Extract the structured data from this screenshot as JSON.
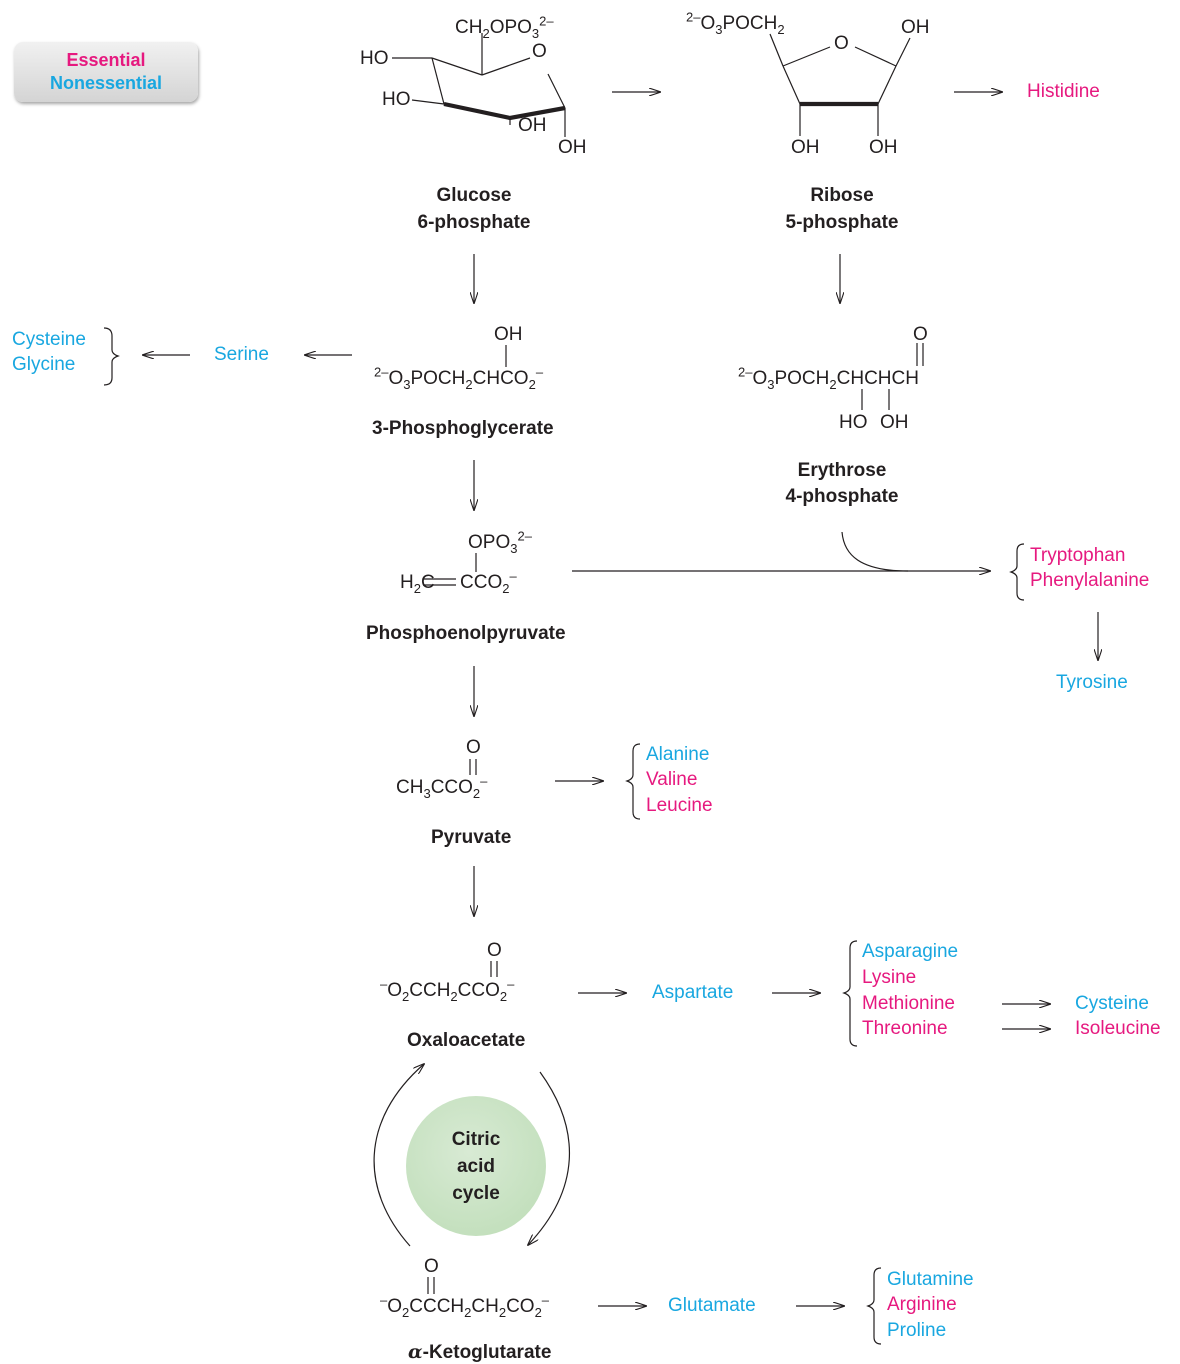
{
  "legend": {
    "essential": "Essential",
    "nonessential": "Nonessential"
  },
  "compounds": {
    "glucose6p": {
      "name_line1": "Glucose",
      "name_line2": "6-phosphate"
    },
    "ribose5p": {
      "name_line1": "Ribose",
      "name_line2": "5-phosphate"
    },
    "phosphoglycerate": {
      "name": "3-Phosphoglycerate"
    },
    "erythrose4p": {
      "name_line1": "Erythrose",
      "name_line2": "4-phosphate"
    },
    "pep": {
      "name": "Phosphoenolpyruvate"
    },
    "pyruvate": {
      "name": "Pyruvate"
    },
    "oxaloacetate": {
      "name": "Oxaloacetate"
    },
    "ketoglutarate": {
      "name_prefix": "α",
      "name_rest": "-Ketoglutarate"
    }
  },
  "cycle": {
    "label": "Citric\nacid\ncycle"
  },
  "amino_acids": {
    "histidine": {
      "label": "Histidine",
      "class": "essential"
    },
    "cysteine_a": {
      "label": "Cysteine",
      "class": "nonessential"
    },
    "glycine": {
      "label": "Glycine",
      "class": "nonessential"
    },
    "serine": {
      "label": "Serine",
      "class": "nonessential"
    },
    "tryptophan": {
      "label": "Tryptophan",
      "class": "essential"
    },
    "phenylalanine": {
      "label": "Phenylalanine",
      "class": "essential"
    },
    "tyrosine": {
      "label": "Tyrosine",
      "class": "nonessential"
    },
    "alanine": {
      "label": "Alanine",
      "class": "nonessential"
    },
    "valine": {
      "label": "Valine",
      "class": "essential"
    },
    "leucine": {
      "label": "Leucine",
      "class": "essential"
    },
    "aspartate": {
      "label": "Aspartate",
      "class": "nonessential"
    },
    "asparagine": {
      "label": "Asparagine",
      "class": "nonessential"
    },
    "lysine": {
      "label": "Lysine",
      "class": "essential"
    },
    "methionine": {
      "label": "Methionine",
      "class": "essential"
    },
    "threonine": {
      "label": "Threonine",
      "class": "essential"
    },
    "cysteine_b": {
      "label": "Cysteine",
      "class": "nonessential"
    },
    "isoleucine": {
      "label": "Isoleucine",
      "class": "essential"
    },
    "glutamate": {
      "label": "Glutamate",
      "class": "nonessential"
    },
    "glutamine": {
      "label": "Glutamine",
      "class": "nonessential"
    },
    "arginine": {
      "label": "Arginine",
      "class": "essential"
    },
    "proline": {
      "label": "Proline",
      "class": "nonessential"
    }
  },
  "colors": {
    "essential": "#e6197f",
    "nonessential": "#19a7e0",
    "ink": "#231f20",
    "cycle_fill": "#c6e2bf"
  },
  "structures": {
    "g6p": {
      "ch2": "CH",
      "two": "2",
      "opo": "OPO",
      "three": "3",
      "charge": "2–",
      "ring_o": "O",
      "ho1": "HO",
      "ho2": "HO",
      "oh1": "OH",
      "oh2": "OH"
    },
    "r5p": {
      "charge": "2–",
      "o": "O",
      "three": "3",
      "poch": "POCH",
      "two": "2",
      "ring_o": "O",
      "oh_top": "OH",
      "oh1": "OH",
      "oh2": "OH"
    },
    "pg3": {
      "oh": "OH",
      "charge": "2–",
      "o": "O",
      "three": "3",
      "poch": "POCH",
      "two": "2",
      "chco": "CHCO",
      "two_b": "2",
      "minus": "–"
    },
    "e4p": {
      "o_top": "O",
      "charge": "2–",
      "o": "O",
      "three": "3",
      "poch": "POCH",
      "two": "2",
      "chchch": "CHCHCH",
      "ho": "HO",
      "oh": "OH"
    },
    "pep": {
      "opo": "OPO",
      "three": "3",
      "charge": "2–",
      "h2c": "H",
      "two": "2",
      "c": "C",
      "cco": "CCO",
      "two_b": "2",
      "minus": "–"
    },
    "pyr": {
      "o_top": "O",
      "ch": "CH",
      "three": "3",
      "cco": "CCO",
      "two": "2",
      "minus": "–"
    },
    "oaa": {
      "o_top": "O",
      "minus1": "–",
      "o": "O",
      "two": "2",
      "cch": "CCH",
      "two_b": "2",
      "cco": "CCO",
      "two_c": "2",
      "minus2": "–"
    },
    "akg": {
      "o_top": "O",
      "minus1": "–",
      "o": "O",
      "two": "2",
      "ccch": "CCCH",
      "two_b": "2",
      "ch": "CH",
      "two_c": "2",
      "co": "CO",
      "two_d": "2",
      "minus2": "–"
    }
  }
}
